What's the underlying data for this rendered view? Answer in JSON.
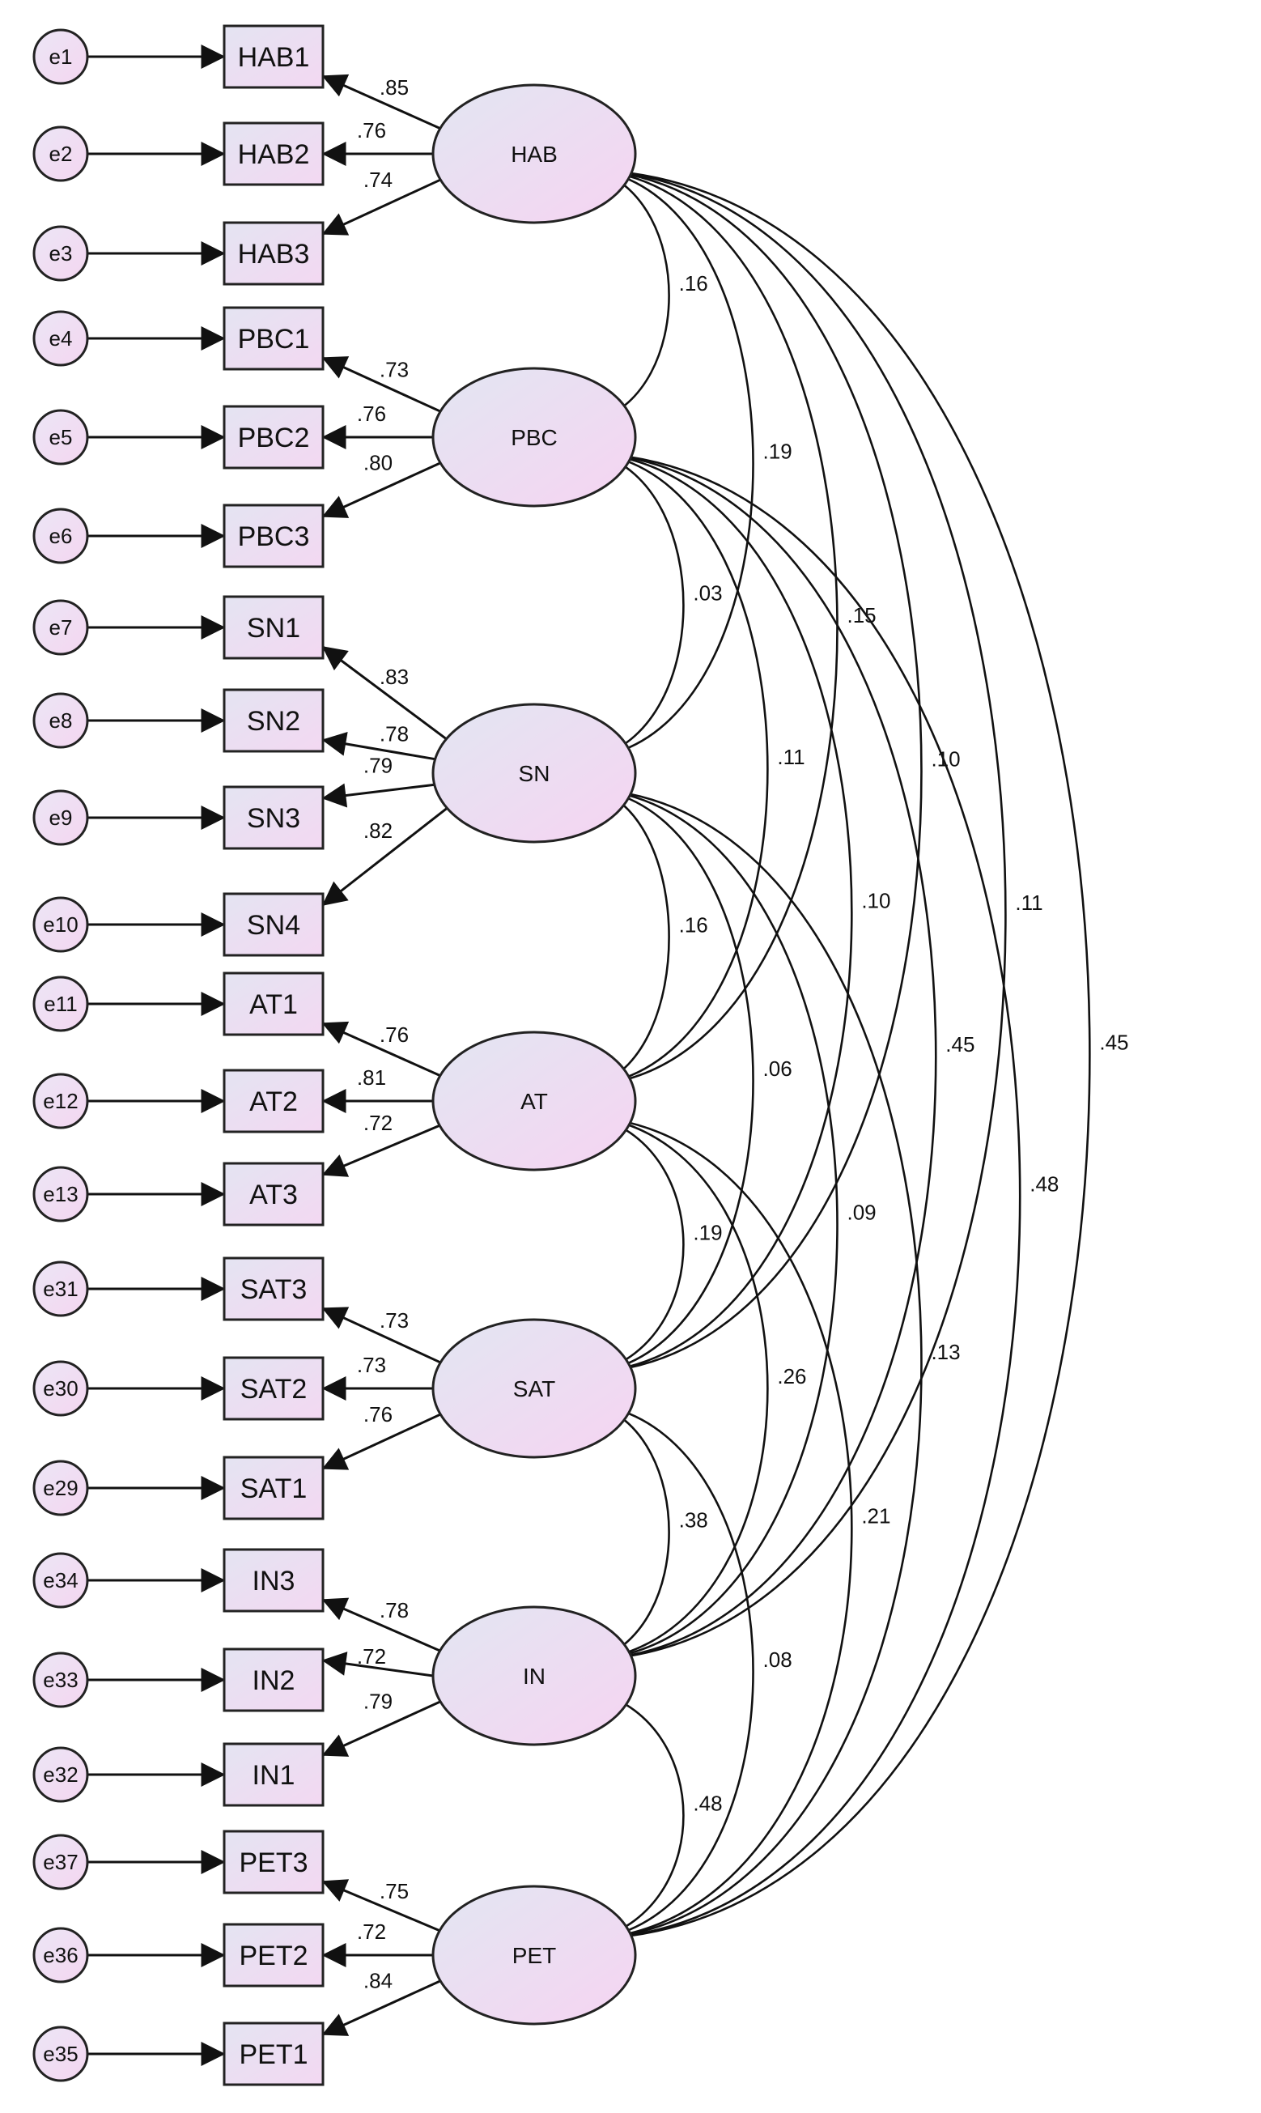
{
  "latents": [
    {
      "id": "HAB",
      "label": "HAB",
      "indicators": [
        {
          "label": "HAB1",
          "error": "e1",
          "loading": ".85"
        },
        {
          "label": "HAB2",
          "error": "e2",
          "loading": ".76"
        },
        {
          "label": "HAB3",
          "error": "e3",
          "loading": ".74"
        }
      ]
    },
    {
      "id": "PBC",
      "label": "PBC",
      "indicators": [
        {
          "label": "PBC1",
          "error": "e4",
          "loading": ".73"
        },
        {
          "label": "PBC2",
          "error": "e5",
          "loading": ".76"
        },
        {
          "label": "PBC3",
          "error": "e6",
          "loading": ".80"
        }
      ]
    },
    {
      "id": "SN",
      "label": "SN",
      "indicators": [
        {
          "label": "SN1",
          "error": "e7",
          "loading": ".83"
        },
        {
          "label": "SN2",
          "error": "e8",
          "loading": ".78"
        },
        {
          "label": "SN3",
          "error": "e9",
          "loading": ".79"
        },
        {
          "label": "SN4",
          "error": "e10",
          "loading": ".82"
        }
      ]
    },
    {
      "id": "AT",
      "label": "AT",
      "indicators": [
        {
          "label": "AT1",
          "error": "e11",
          "loading": ".76"
        },
        {
          "label": "AT2",
          "error": "e12",
          "loading": ".81"
        },
        {
          "label": "AT3",
          "error": "e13",
          "loading": ".72"
        }
      ]
    },
    {
      "id": "SAT",
      "label": "SAT",
      "indicators": [
        {
          "label": "SAT3",
          "error": "e31",
          "loading": ".73"
        },
        {
          "label": "SAT2",
          "error": "e30",
          "loading": ".73"
        },
        {
          "label": "SAT1",
          "error": "e29",
          "loading": ".76"
        }
      ]
    },
    {
      "id": "IN",
      "label": "IN",
      "indicators": [
        {
          "label": "IN3",
          "error": "e34",
          "loading": ".78"
        },
        {
          "label": "IN2",
          "error": "e33",
          "loading": ".72"
        },
        {
          "label": "IN1",
          "error": "e32",
          "loading": ".79"
        }
      ]
    },
    {
      "id": "PET",
      "label": "PET",
      "indicators": [
        {
          "label": "PET3",
          "error": "e37",
          "loading": ".75"
        },
        {
          "label": "PET2",
          "error": "e36",
          "loading": ".72"
        },
        {
          "label": "PET1",
          "error": "e35",
          "loading": ".84"
        }
      ]
    }
  ],
  "correlations": [
    {
      "from": "HAB",
      "to": "PBC",
      "value": ".16"
    },
    {
      "from": "HAB",
      "to": "SN",
      "value": ".19"
    },
    {
      "from": "HAB",
      "to": "AT",
      "value": ".15"
    },
    {
      "from": "HAB",
      "to": "SAT",
      "value": ".10"
    },
    {
      "from": "HAB",
      "to": "IN",
      "value": ".11"
    },
    {
      "from": "HAB",
      "to": "PET",
      "value": ".45"
    },
    {
      "from": "PBC",
      "to": "SN",
      "value": ".03"
    },
    {
      "from": "PBC",
      "to": "AT",
      "value": ".11"
    },
    {
      "from": "PBC",
      "to": "SAT",
      "value": ".10"
    },
    {
      "from": "PBC",
      "to": "IN",
      "value": ".45"
    },
    {
      "from": "PBC",
      "to": "PET",
      "value": ".48"
    },
    {
      "from": "SN",
      "to": "AT",
      "value": ".16"
    },
    {
      "from": "SN",
      "to": "SAT",
      "value": ".06"
    },
    {
      "from": "SN",
      "to": "IN",
      "value": ".09"
    },
    {
      "from": "SN",
      "to": "PET",
      "value": ".13"
    },
    {
      "from": "AT",
      "to": "SAT",
      "value": ".19"
    },
    {
      "from": "AT",
      "to": "IN",
      "value": ".26"
    },
    {
      "from": "AT",
      "to": "PET",
      "value": ".21"
    },
    {
      "from": "SAT",
      "to": "IN",
      "value": ".38"
    },
    {
      "from": "SAT",
      "to": "PET",
      "value": ".08"
    },
    {
      "from": "IN",
      "to": "PET",
      "value": ".48"
    }
  ],
  "colors": {
    "stroke": "#111111",
    "node_fill_a": "#e6e6f6",
    "node_fill_b": "#f5d8f3"
  }
}
